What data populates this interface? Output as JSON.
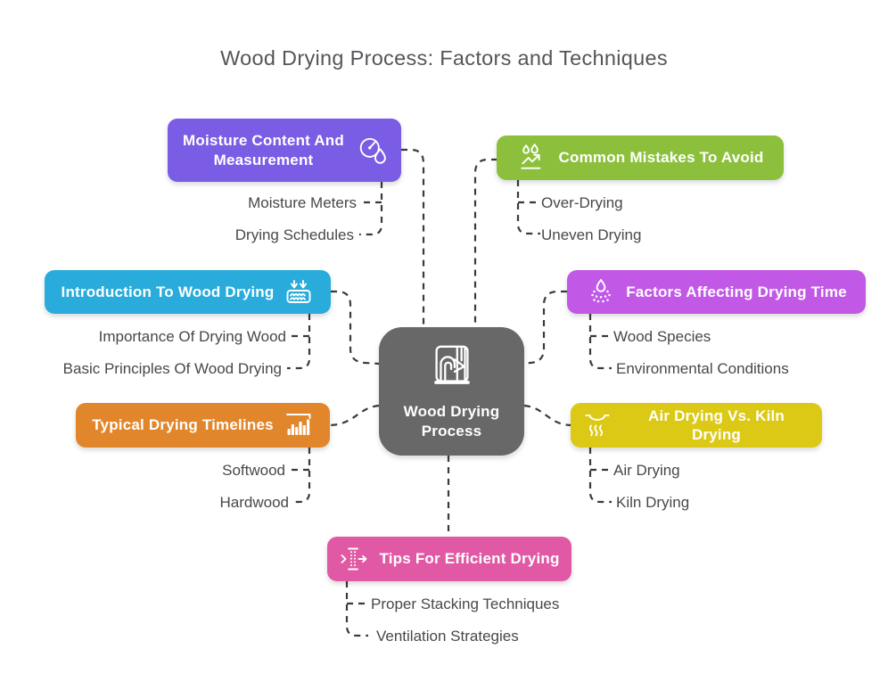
{
  "title": "Wood Drying Process: Factors and Techniques",
  "center": {
    "label": "Wood Drying Process",
    "icon": "lumber-stack-icon",
    "color": "#686868"
  },
  "connector_color": "#3b3b3b",
  "child_text_color": "#47484a",
  "branches": [
    {
      "label": "Moisture Content And Measurement",
      "icon": "moisture-meter-icon",
      "color": "#7b5ce5",
      "side": "top-left",
      "children": [
        "Moisture Meters",
        "Drying Schedules"
      ]
    },
    {
      "label": "Common Mistakes To Avoid",
      "icon": "evaporation-mistake-icon",
      "color": "#8cc03c",
      "side": "top-right",
      "children": [
        "Over-Drying",
        "Uneven Drying"
      ]
    },
    {
      "label": "Introduction To Wood Drying",
      "icon": "water-surface-drying-icon",
      "color": "#29acdb",
      "side": "left",
      "children": [
        "Importance Of Drying Wood",
        "Basic Principles Of Wood Drying"
      ]
    },
    {
      "label": "Factors Affecting Drying Time",
      "icon": "droplet-spray-icon",
      "color": "#c159e6",
      "side": "right",
      "children": [
        "Wood Species",
        "Environmental Conditions"
      ]
    },
    {
      "label": "Typical Drying Timelines",
      "icon": "bar-chart-icon",
      "color": "#e2862b",
      "side": "bottom-left",
      "children": [
        "Softwood",
        "Hardwood"
      ]
    },
    {
      "label": "Air Drying Vs. Kiln Drying",
      "icon": "kiln-heat-icon",
      "color": "#dcc916",
      "side": "bottom-right",
      "children": [
        "Air Drying",
        "Kiln Drying"
      ]
    },
    {
      "label": "Tips For Efficient Drying",
      "icon": "airflow-stack-icon",
      "color": "#e158a4",
      "side": "bottom",
      "children": [
        "Proper Stacking Techniques",
        "Ventilation Strategies"
      ]
    }
  ]
}
